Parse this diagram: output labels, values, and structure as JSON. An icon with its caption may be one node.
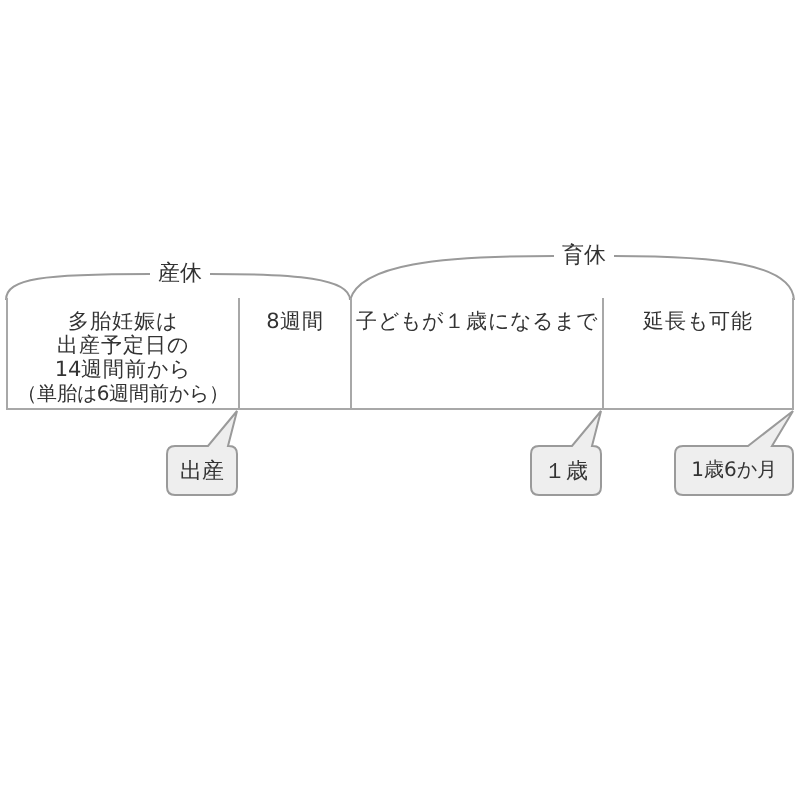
{
  "diagram": {
    "nodes": [
      {
        "text": [
          "多胎妊娠は出産予定日の14週間前から",
          "（単胎は6週間前から）"
        ]
      },
      {
        "text": [
          "8週間"
        ]
      },
      {
        "text": [
          "子どもが１歳になるまで"
        ]
      },
      {
        "text": [
          "延長も可能"
        ]
      },
      {
        "text": [
          "出産"
        ]
      },
      {
        "text": [
          "１歳"
        ]
      },
      {
        "text": [
          "1歳6か月"
        ]
      }
    ],
    "labels": [
      "産休",
      "育休"
    ]
  }
}
